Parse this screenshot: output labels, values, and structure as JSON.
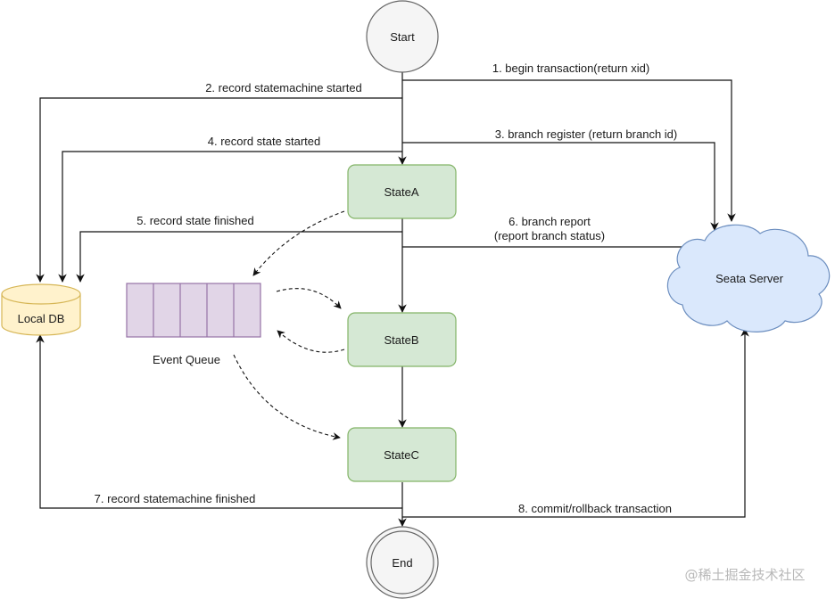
{
  "nodes": {
    "start": "Start",
    "end": "End",
    "state_a": "StateA",
    "state_b": "StateB",
    "state_c": "StateC",
    "local_db": "Local DB",
    "seata_server": "Seata Server",
    "event_queue": "Event Queue"
  },
  "edges": {
    "e1": "1. begin transaction(return xid)",
    "e2": "2. record statemachine started",
    "e3": "3. branch register (return branch id)",
    "e4": "4. record state started",
    "e5": "5. record state finished",
    "e6_line1": "6. branch report",
    "e6_line2": "(report branch status)",
    "e7": "7. record statemachine finished",
    "e8": "8. commit/rollback  transaction"
  },
  "watermark": "@稀土掘金技术社区",
  "colors": {
    "state_fill": "#d5e8d4",
    "state_stroke": "#82b366",
    "db_fill": "#fff2cc",
    "db_stroke": "#d6b656",
    "queue_fill": "#e1d5e7",
    "queue_stroke": "#9673a6",
    "cloud_fill": "#dae8fc",
    "cloud_stroke": "#6c8ebf",
    "terminal_fill": "#f5f5f5",
    "terminal_stroke": "#666666"
  }
}
